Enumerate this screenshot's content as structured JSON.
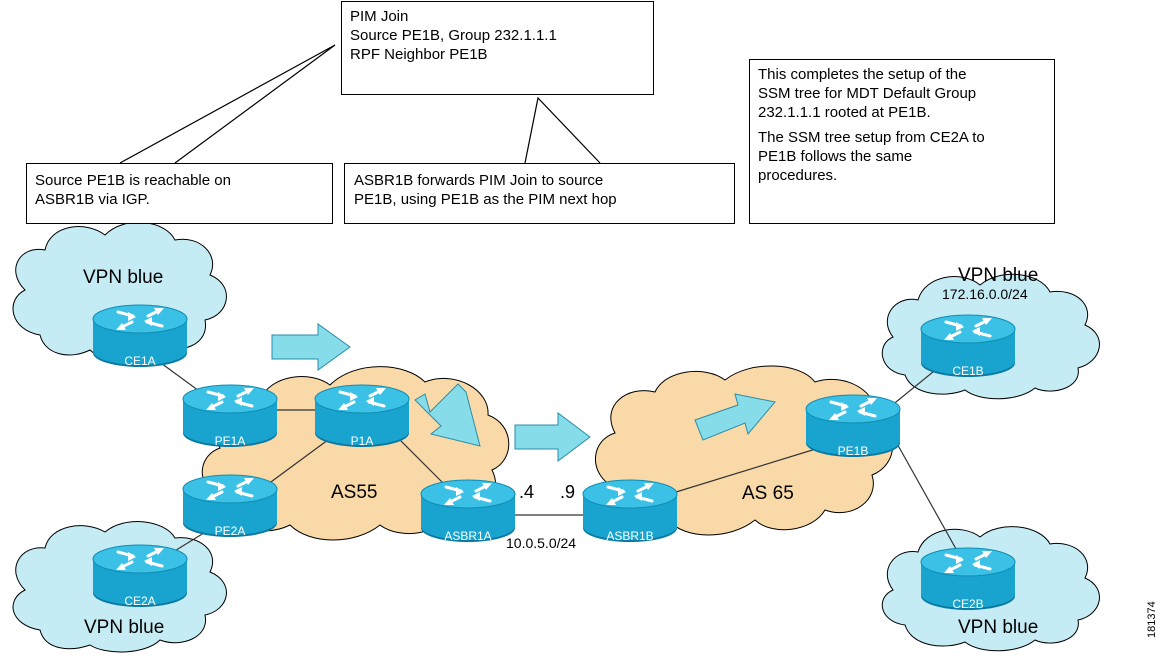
{
  "callouts": {
    "pim_join": [
      "PIM Join",
      "Source PE1B, Group 232.1.1.1",
      "RPF Neighbor PE1B"
    ],
    "reachable": [
      "Source PE1B is reachable on",
      "ASBR1B via IGP."
    ],
    "forwards": [
      "ASBR1B forwards PIM Join to source",
      "PE1B, using PE1B as the PIM next hop"
    ],
    "completes": [
      "This completes the setup of the",
      "SSM tree for MDT Default Group",
      "232.1.1.1 rooted at PE1B."
    ],
    "same_proc": [
      "The SSM tree setup from CE2A to",
      "PE1B follows the same",
      "procedures."
    ]
  },
  "clouds": {
    "vpn_top_left": "VPN blue",
    "vpn_bottom_left": "VPN blue",
    "vpn_top_right": "VPN blue",
    "vpn_top_right_subnet": "172.16.0.0/24",
    "vpn_bottom_right": "VPN blue",
    "as_left": "AS55",
    "as_right": "AS 65"
  },
  "routers": {
    "ce1a": "CE1A",
    "pe1a": "PE1A",
    "p1a": "P1A",
    "pe2a": "PE2A",
    "ce2a": "CE2A",
    "asbr1a": "ASBR1A",
    "asbr1b": "ASBR1B",
    "pe1b": "PE1B",
    "ce1b": "CE1B",
    "ce2b": "CE2B"
  },
  "link": {
    "asbr1a_addr": ".4",
    "asbr1b_addr": ".9",
    "subnet": "10.0.5.0/24"
  },
  "figure_id": "181374",
  "colors": {
    "vpn_cloud": "#c5ecf5",
    "as_cloud": "#f9d9a8",
    "router": "#18a4cf",
    "router_dark": "#0b7aa2",
    "arrow": "#86dde9"
  }
}
